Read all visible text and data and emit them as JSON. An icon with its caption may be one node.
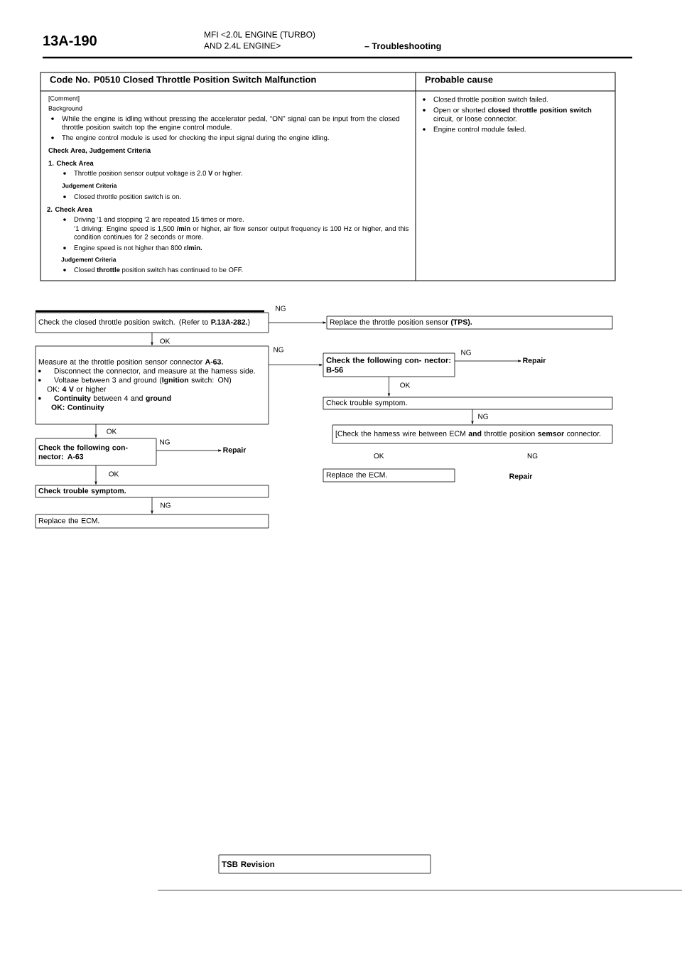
{
  "diagram": {
    "nodes": [
      {
        "text": [
          "Check the closed throttle position switch. (Refer to **P.13A-282.**)"
        ]
      },
      {
        "text": [
          "Replace the throttle position sensor **(TPS).**"
        ]
      },
      {
        "text": [
          "Measure at the throttle position sensor connector **A-63.**",
          "Disconnect the connector, and measure at the hamess side.",
          "Voltaae between 3 and ground (**Ignition** switch: ON)",
          "OK: **4 V** or higher",
          "**Continuity** between 4 and **ground**",
          "OK: Continuity"
        ]
      },
      {
        "text": [
          "Check the following con- nector: B-56"
        ]
      },
      {
        "text": [
          "Repair"
        ]
      },
      {
        "text": [
          "Check trouble symptom."
        ]
      },
      {
        "text": [
          "[Check the hamess wire between ECM **and** throttle position **semsor** connector."
        ]
      },
      {
        "text": [
          "Replace the ECM."
        ]
      },
      {
        "text": [
          "Repair"
        ]
      },
      {
        "text": [
          "Check the following con- nector: A-63"
        ]
      },
      {
        "text": [
          "Repair"
        ]
      },
      {
        "text": [
          "Check trouble symptom."
        ]
      },
      {
        "text": [
          "Replace the ECM."
        ]
      },
      {
        "text": [
          "TSB Revision"
        ]
      }
    ],
    "edges": [
      {
        "from": 0,
        "to": 1,
        "arrow": "to",
        "label": "NG"
      },
      {
        "from": 0,
        "to": 2,
        "arrow": "to",
        "label": "OK"
      },
      {
        "from": 2,
        "to": 3,
        "arrow": "to",
        "label": "NG"
      },
      {
        "from": 3,
        "to": 4,
        "arrow": "to",
        "label": "NG"
      },
      {
        "from": 3,
        "to": 5,
        "arrow": "to",
        "label": "OK"
      },
      {
        "from": 5,
        "to": 6,
        "arrow": "to",
        "label": "NG"
      },
      {
        "from": 2,
        "to": 9,
        "arrow": "to",
        "label": "OK"
      },
      {
        "from": 9,
        "to": 10,
        "arrow": "to",
        "label": "NG"
      },
      {
        "from": 9,
        "to": 11,
        "arrow": "to",
        "label": "OK"
      },
      {
        "from": 11,
        "to": 12,
        "arrow": "to",
        "label": "NG"
      }
    ],
    "labels": [
      "13A-190",
      "MFI <2.0L ENGINE (TURBO)",
      "AND 2.4L ENGINE>",
      "– Troubleshooting",
      "Code No. P0510 Closed Throttle Position Switch Malfunction",
      "Probable cause",
      "[Comment]",
      "Background",
      "While the engine is idling without pressing the accelerator pedal, “ON” signal can be input from the closed throttle position switch top the engine control module.",
      "The engine control module is used for checking the input signal during the engine idling.",
      "Check Area, Judgement Criteria",
      "1. Check Area",
      "Throttle position sensor output voltage is 2.0 **V** or higher.",
      "Judgement Criteria",
      "Closed throttle position switch is on.",
      "2. Check Area",
      "Driving ‘1 and stopping ‘2 are repeated 15 times or more.",
      "‘1 driving: Engine speed is 1,500 **/min** or higher, air flow sensor output frequency is 100 Hz or higher, and this condition continues for 2 seconds or more.",
      "Engine speed is not higher than 800 **r/min.**",
      "Judgement Criteria",
      "Closed **throttle** position switch has continued to be OFF.",
      "Closed throttle position switch failed.",
      "Open or shorted **closed throttle position switch** circuit, or loose connector.",
      "Engine control module failed.",
      "OK",
      "NG"
    ]
  }
}
